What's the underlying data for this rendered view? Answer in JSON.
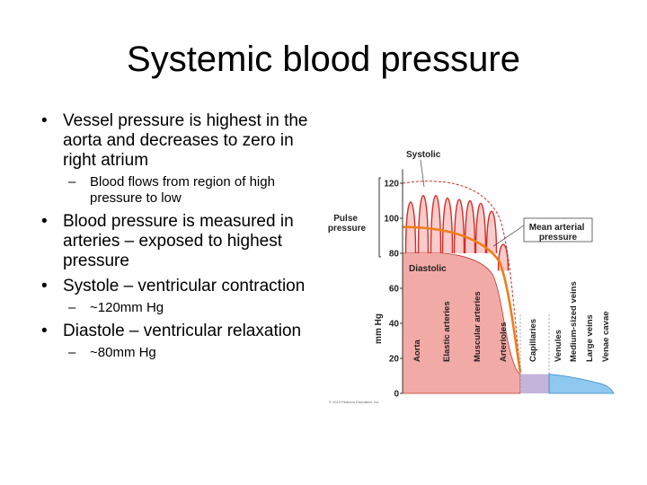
{
  "title": "Systemic blood pressure",
  "bullets": [
    {
      "text": "Vessel pressure is highest in the aorta and decreases to zero in right atrium",
      "sub": [
        "Blood flows from region of high pressure to low"
      ]
    },
    {
      "text": "Blood pressure is measured in arteries – exposed to highest pressure",
      "sub": []
    },
    {
      "text": "Systole – ventricular contraction",
      "sub": [
        "~120mm Hg"
      ]
    },
    {
      "text": "Diastole – ventricular relaxation",
      "sub": [
        "~80mm Hg"
      ]
    }
  ],
  "diagram": {
    "ylabel": "mm Hg",
    "yticks": [
      "120",
      "100",
      "80",
      "60",
      "40",
      "20",
      "0"
    ],
    "labels": {
      "systolic": "Systolic",
      "diastolic": "Diastolic",
      "pulse_pressure": [
        "Pulse",
        "pressure"
      ],
      "mean_arterial": [
        "Mean arterial",
        "pressure"
      ]
    },
    "vessels": [
      "Aorta",
      "Elastic arteries",
      "Muscular arteries",
      "Arterioles",
      "Capillaries",
      "Venules",
      "Medium-sized veins",
      "Large veins",
      "Venae cavae"
    ],
    "copyright": "© 2013 Pearson Education, Inc.",
    "colors": {
      "arterial": "#f2aaa6",
      "capillary": "#c4b4da",
      "venous": "#8ec8ee",
      "wave": "#d42b2b",
      "mean_line": "#f07d1a"
    }
  }
}
